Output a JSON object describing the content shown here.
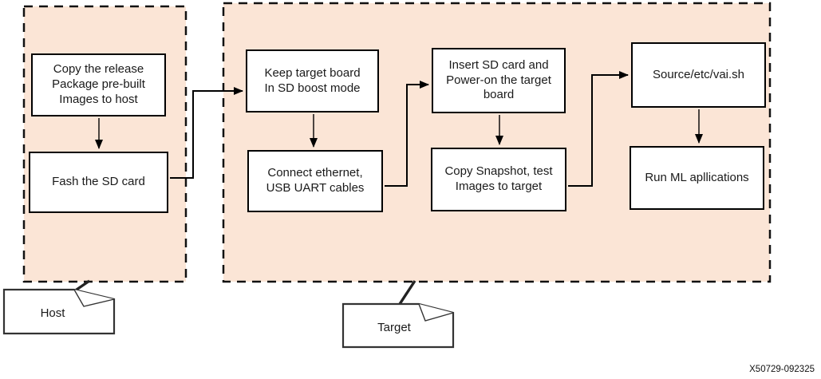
{
  "diagram": {
    "title_hint": "SD card flash and boot flow",
    "footer_code": "X50729-092325",
    "colors": {
      "region_fill": "#FBE5D6",
      "stroke": "#000000",
      "box_fill": "#FFFFFF"
    },
    "regions": [
      {
        "id": "host",
        "label": "Host"
      },
      {
        "id": "target",
        "label": "Target"
      }
    ],
    "nodes": [
      {
        "id": "copy-release",
        "label": "Copy the release\nPackage pre-built\nImages to host"
      },
      {
        "id": "flash-sd-card",
        "label": "Fash the SD card"
      },
      {
        "id": "keep-target-board",
        "label": "Keep target board\nIn SD boost mode"
      },
      {
        "id": "connect-cables",
        "label": "Connect ethernet,\nUSB UART cables"
      },
      {
        "id": "insert-sd-power-on",
        "label": "Insert SD card and\nPower-on the target\nboard"
      },
      {
        "id": "copy-snapshot",
        "label": "Copy Snapshot, test\nImages to target"
      },
      {
        "id": "source-vai",
        "label": "Source/etc/vai.sh"
      },
      {
        "id": "run-ml-apps",
        "label": "Run ML apllications"
      }
    ]
  }
}
